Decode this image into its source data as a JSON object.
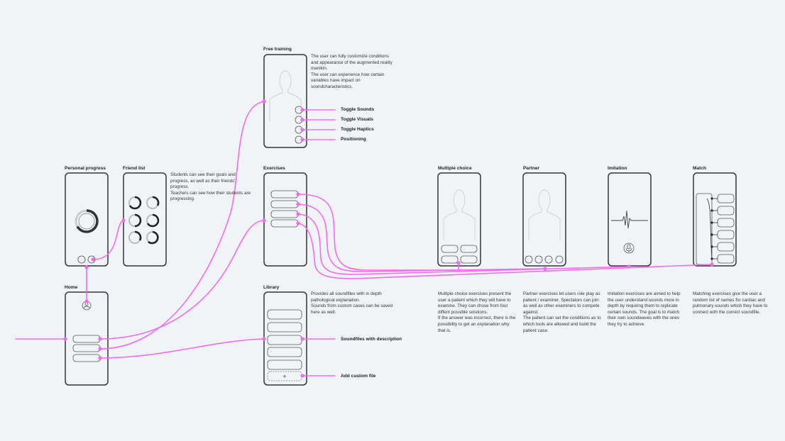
{
  "screens": {
    "free_training": {
      "title": "Free training",
      "description": "The user can fully customize conditions and appearance of the augmented reality manikin.\nThe user can experience how certain variables have impact on soundcharacteristics.",
      "options": [
        "Toggle Sounds",
        "Toggle Visuals",
        "Toggle Haptics",
        "Positioning"
      ]
    },
    "personal_progress": {
      "title": "Personal progress"
    },
    "friend_list": {
      "title": "Friend list",
      "description": "Students can see their goals and progress, as well as their friends' progress.\nTeachers can see how their students are progressing."
    },
    "exercises": {
      "title": "Exercises"
    },
    "multiple_choice": {
      "title": "Multiple choice",
      "description": "Multiple choice exercises present the user a patient which they will have to examine. They can chose from four diffent possible solutions.\nIf the answer was incorrect, there is the possibility to get an explanation why that is."
    },
    "partner": {
      "title": "Partner",
      "description": "Partner exercises let users role play as patient / examiner. Spectators can join as well as other examiners to compete against.\nThe patient can set the conditions as to which tools are allowed and build the patient case."
    },
    "imitation": {
      "title": "Imitation",
      "description": "Imitation exercises are aimed to help the user understand sounds more in depth by requiring them to replicate certain sounds. The goal is to match their own soundwaves with the ones they try to achieve."
    },
    "match": {
      "title": "Match",
      "description": "Matching exercises give the user a random list of names for cardiac and pulmonary sounds which they have to connect with the correct soundfile."
    },
    "home": {
      "title": "Home"
    },
    "library": {
      "title": "Library",
      "description": "Provides all soundfiles with in depth pathological explanation.\nSounds from custom cases can be saved here as well.",
      "options": [
        "Soundfiles with description",
        "Add custom file"
      ],
      "add_glyph": "+"
    }
  },
  "colors": {
    "background": "#f1f4f7",
    "connector": "#f26bf0",
    "frame": "#333333"
  },
  "icons": {
    "progress": "progress-ring-icon",
    "friend": "friend-ring-icon",
    "user": "user-icon",
    "wave": "waveform-icon",
    "mic": "microphone-icon"
  }
}
